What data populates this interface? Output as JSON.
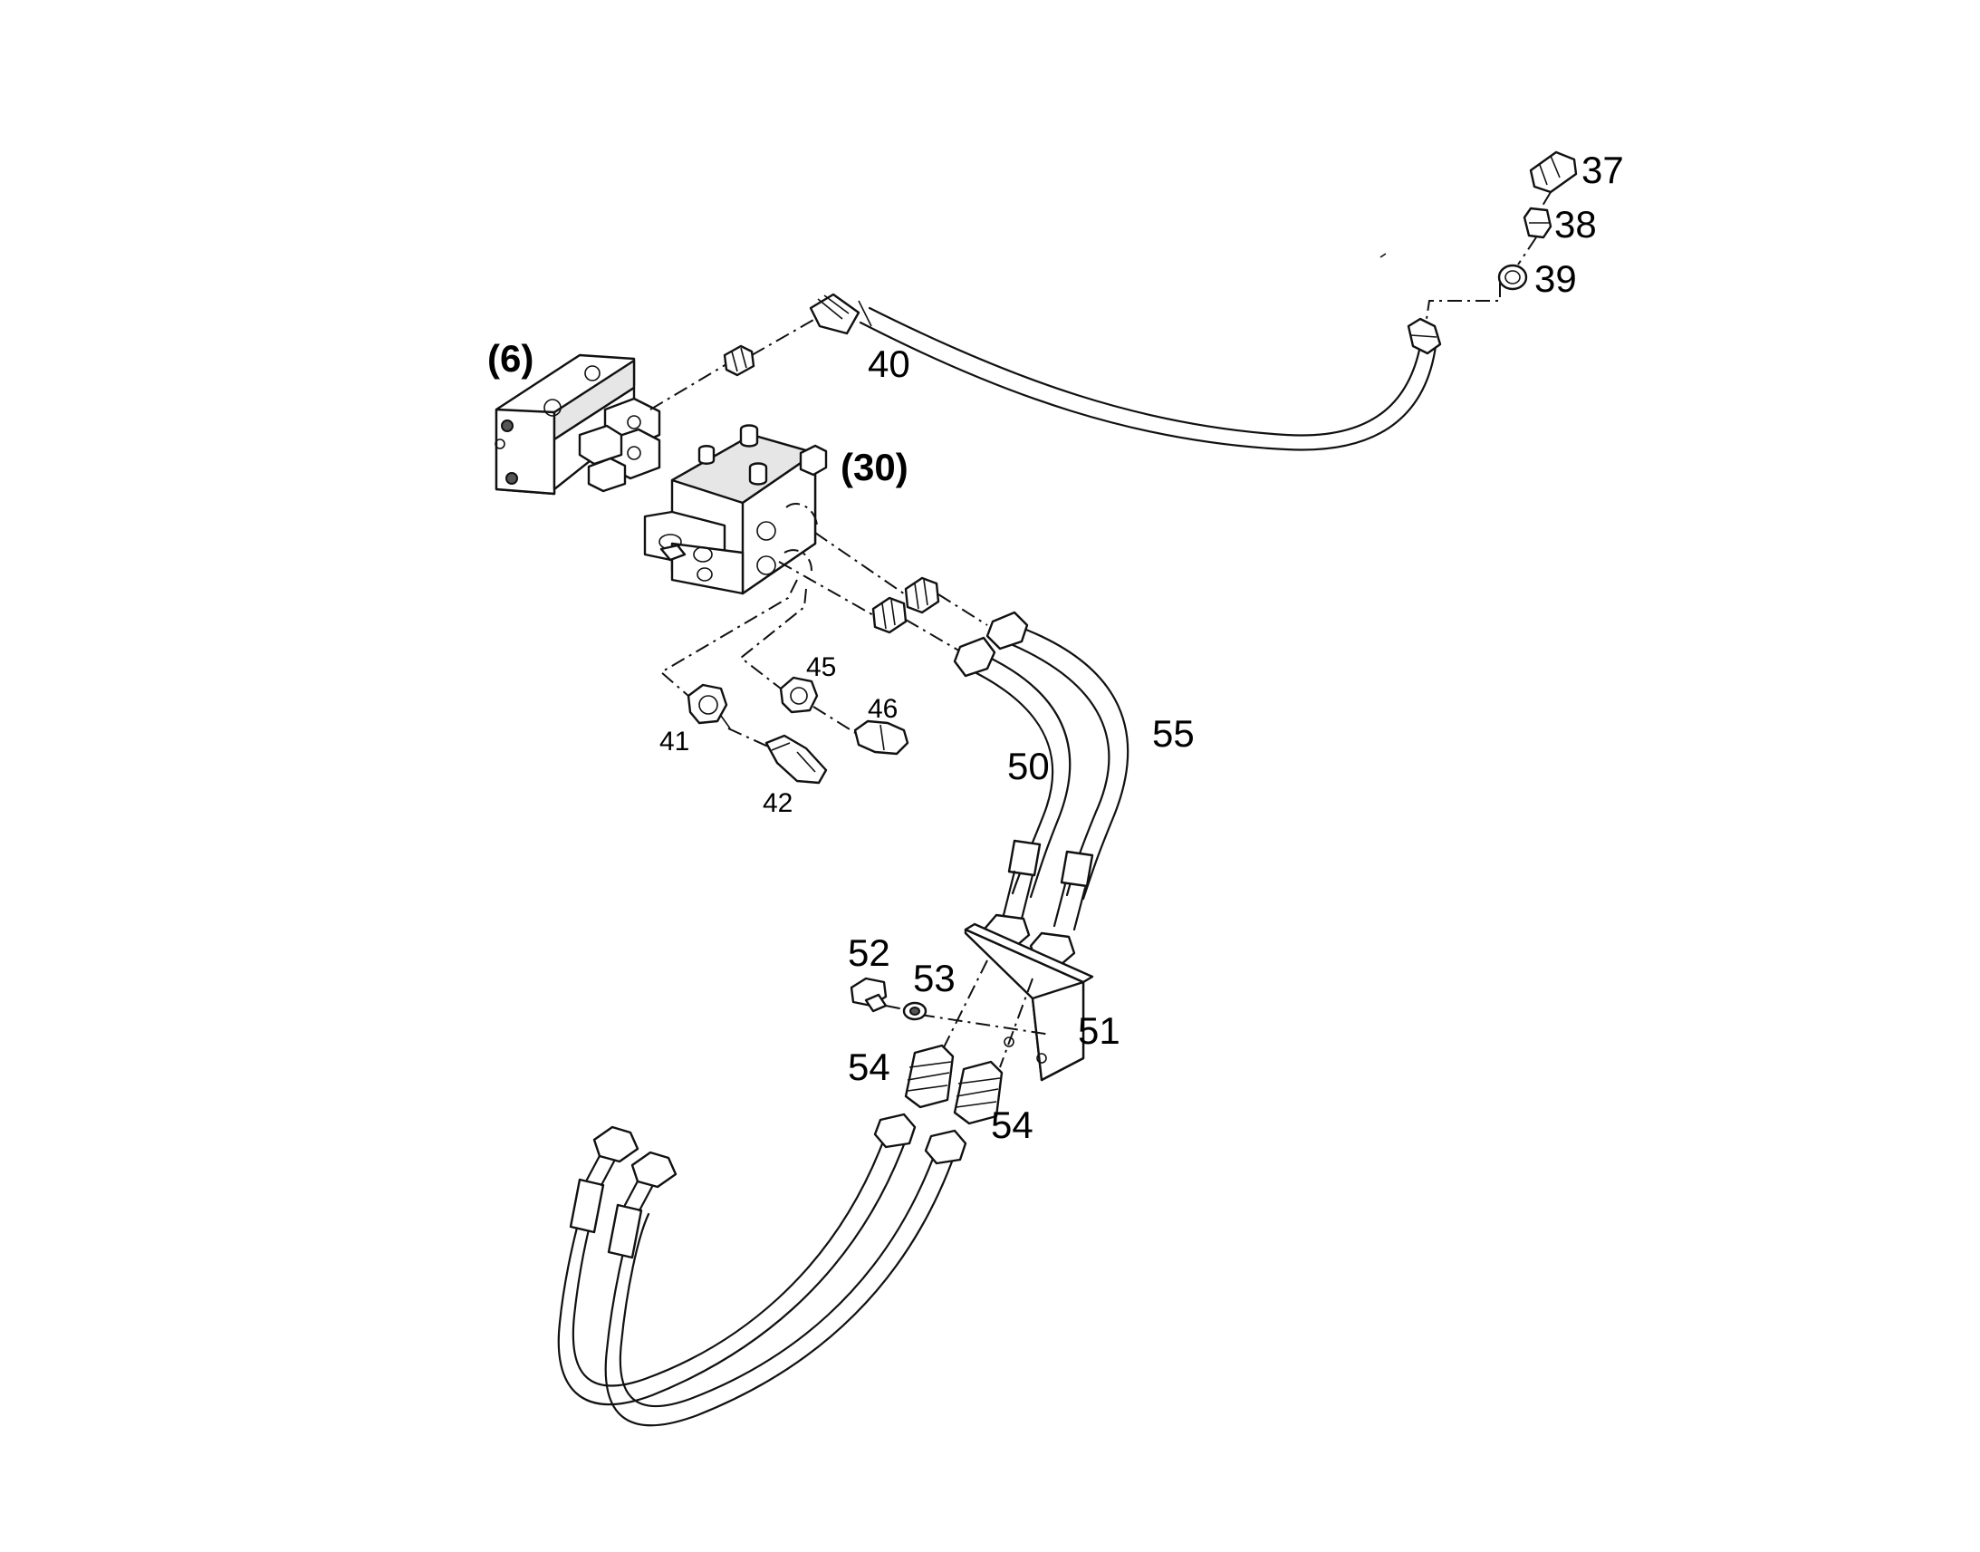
{
  "labels": {
    "l37": "37",
    "l38": "38",
    "l39": "39",
    "l40": "40",
    "l6": "(6)",
    "l30": "(30)",
    "l41": "41",
    "l42": "42",
    "l45": "45",
    "l46": "46",
    "l50": "50",
    "l55": "55",
    "l51": "51",
    "l52": "52",
    "l53": "53",
    "l54a": "54",
    "l54b": "54"
  }
}
